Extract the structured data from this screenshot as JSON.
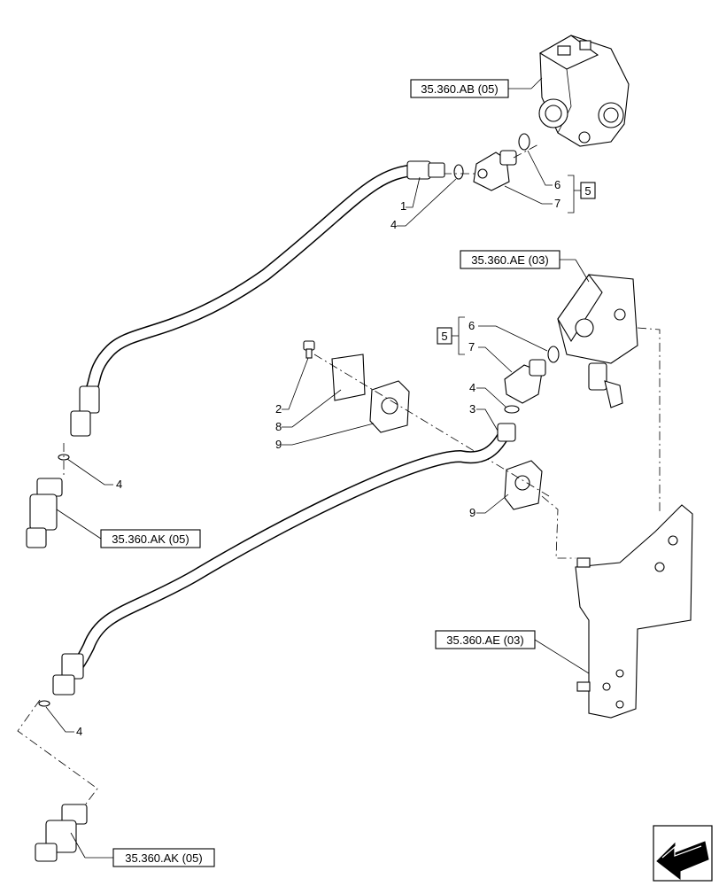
{
  "references": {
    "ref_top": "35.360.AB (05)",
    "ref_mid": "35.360.AE (03)",
    "ref_low": "35.360.AE (03)",
    "ref_left1": "35.360.AK (05)",
    "ref_left2": "35.360.AK (05)"
  },
  "callouts": {
    "c1": "1",
    "c4a": "4",
    "c6a": "6",
    "c7a": "7",
    "box5a": "5",
    "c6b": "6",
    "c7b": "7",
    "box5b": "5",
    "c4b": "4",
    "c3": "3",
    "c2": "2",
    "c8": "8",
    "c9a": "9",
    "c9b": "9",
    "c4c": "4",
    "c4d": "4"
  },
  "icons": {
    "nav": "arrow-left-down-icon"
  }
}
